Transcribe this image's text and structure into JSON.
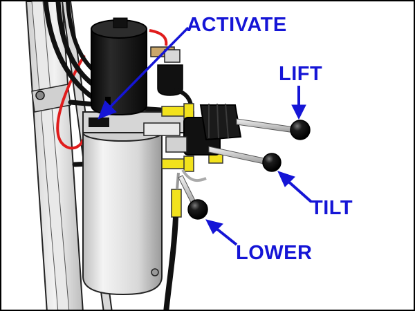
{
  "labels": {
    "activate": "ACTIVATE",
    "lift": "LIFT",
    "tilt": "TILT",
    "lower": "LOWER"
  },
  "colors": {
    "callout_text": "#1515d6",
    "callout_arrow": "#1515d6",
    "fittings": "#f2e21c",
    "motor_body": "#141414",
    "reservoir": "#e6e6e6",
    "power_cable": "#e01c1c",
    "frame": "#000000"
  },
  "icons": {
    "activate": "arrow-down-left-icon",
    "lift": "arrow-down-icon",
    "tilt": "arrow-up-left-icon",
    "lower": "arrow-up-left-icon"
  }
}
